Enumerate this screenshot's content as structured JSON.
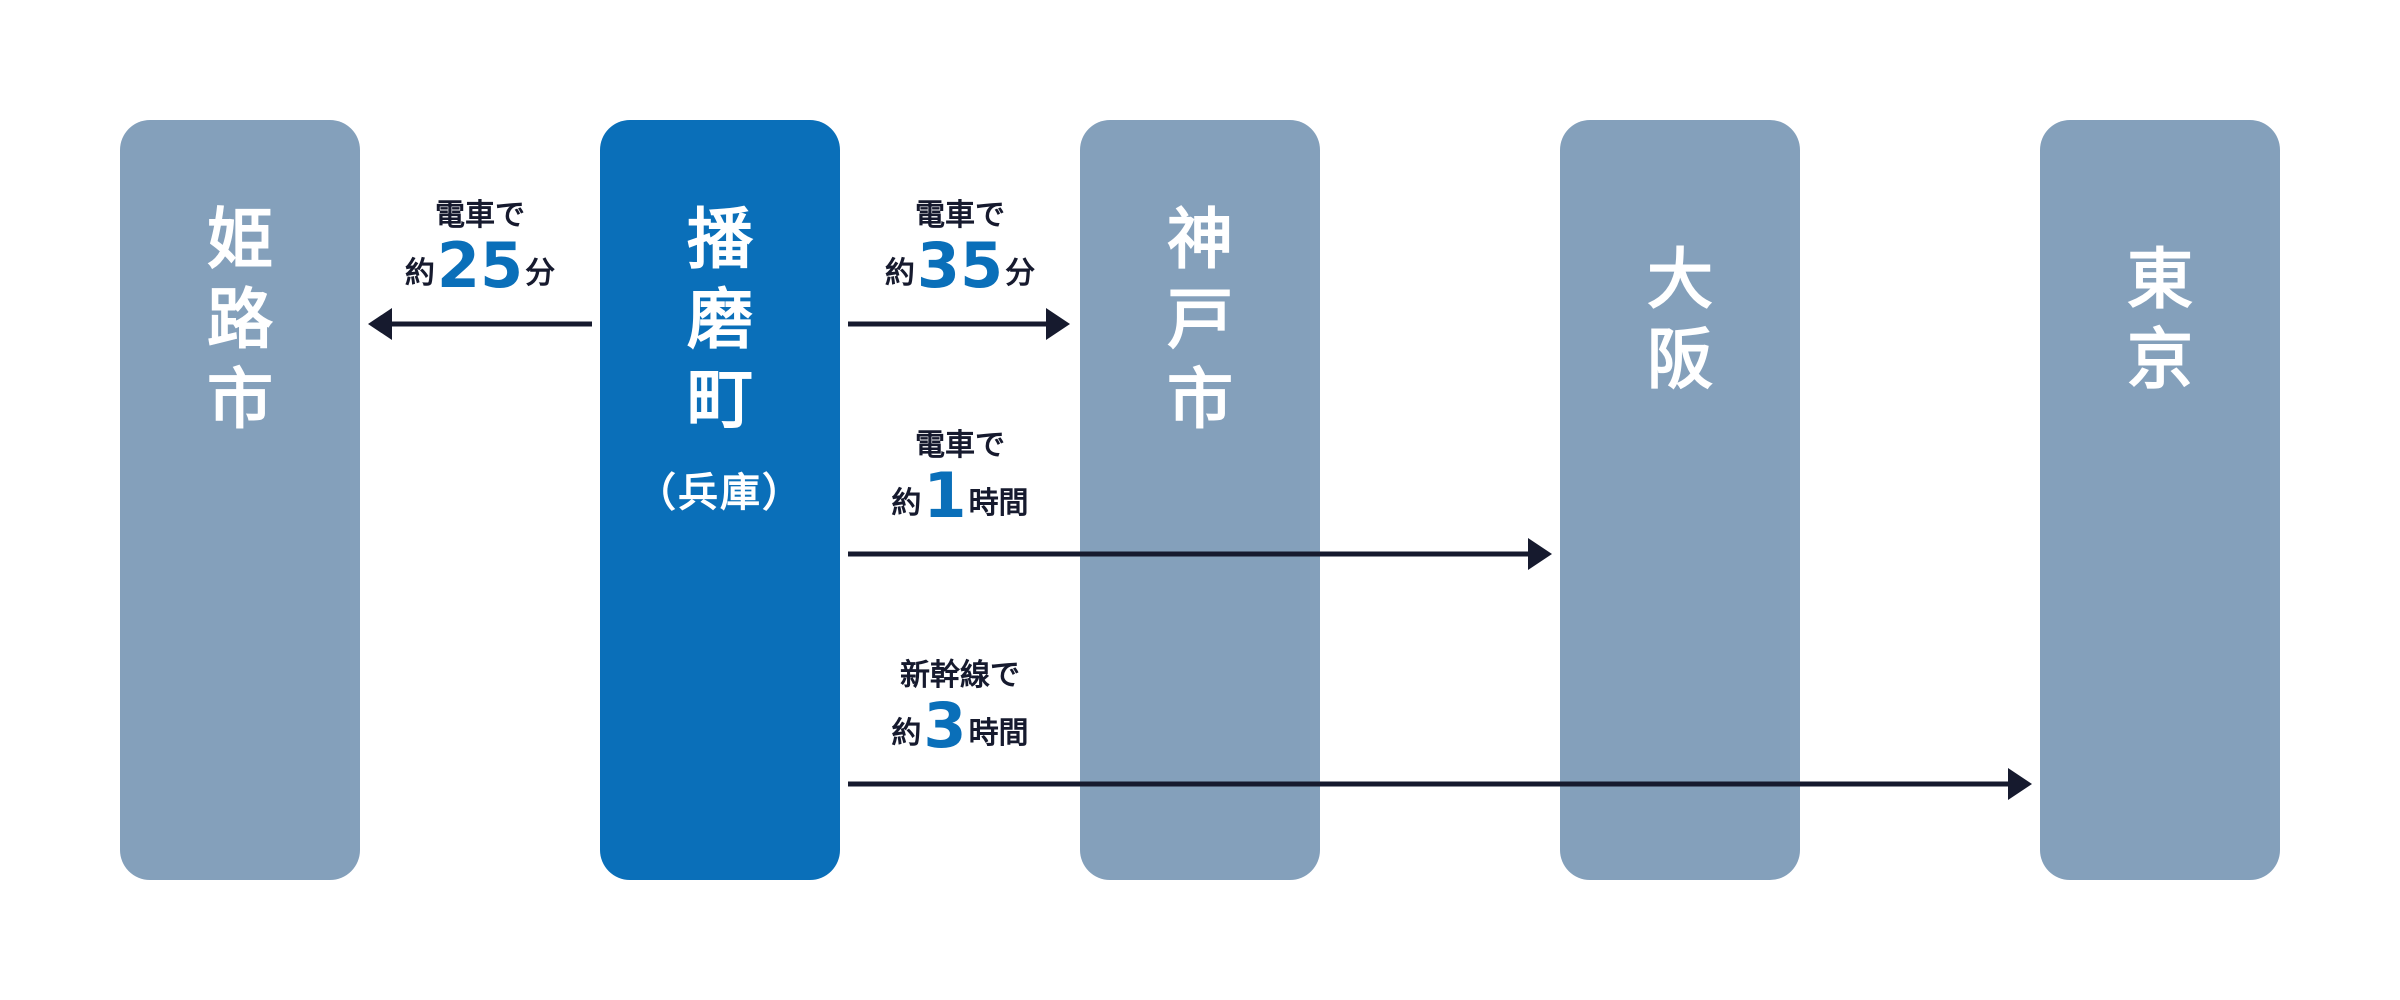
{
  "stations": [
    {
      "name_chars": [
        "姫",
        "路",
        "市"
      ],
      "sub": "",
      "current": false
    },
    {
      "name_chars": [
        "播",
        "磨",
        "町"
      ],
      "sub": "（兵庫）",
      "current": true
    },
    {
      "name_chars": [
        "神",
        "戸",
        "市"
      ],
      "sub": "",
      "current": false
    },
    {
      "name_chars": [
        "大",
        "阪"
      ],
      "sub": "",
      "current": false
    },
    {
      "name_chars": [
        "東",
        "京"
      ],
      "sub": "",
      "current": false
    }
  ],
  "routes": [
    {
      "mode": "電車で",
      "prefix": "約",
      "number": "25",
      "unit": "分",
      "destination": "姫路市"
    },
    {
      "mode": "電車で",
      "prefix": "約",
      "number": "35",
      "unit": "分",
      "destination": "神戸市"
    },
    {
      "mode": "電車で",
      "prefix": "約",
      "number": "1",
      "unit": "時間",
      "destination": "大阪"
    },
    {
      "mode": "新幹線で",
      "prefix": "約",
      "number": "3",
      "unit": "時間",
      "destination": "東京"
    }
  ],
  "colors": {
    "pillar": "#84a0bb",
    "current": "#0a6fb9",
    "arrow": "#161a2e",
    "accent_number": "#0a6fb9"
  }
}
